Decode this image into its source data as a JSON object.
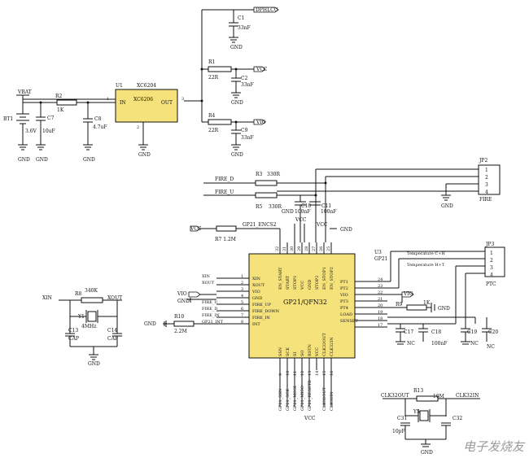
{
  "power": {
    "dphl": "DPHLCU",
    "vcc": "VCC",
    "vio": "VIO",
    "vbat": "VBAT",
    "gnd": "GND"
  },
  "regulator": {
    "ref": "U1",
    "part": "XC6206",
    "pn": "XC6204",
    "in": "IN",
    "out": "OUT",
    "pin1": "1",
    "pin2": "2",
    "pin3": "3"
  },
  "parts": {
    "C1": {
      "ref": "C1",
      "val": "33nF"
    },
    "C2": {
      "ref": "C2",
      "val": "33nF"
    },
    "C9": {
      "ref": "C9",
      "val": "33nF"
    },
    "R1": {
      "ref": "R1",
      "val": "22R"
    },
    "R4": {
      "ref": "R4",
      "val": "22R"
    },
    "R2": {
      "ref": "R2",
      "val": "1K"
    },
    "C7": {
      "ref": "C7",
      "val": "10uF"
    },
    "C8": {
      "ref": "C8",
      "val": "4.7uF"
    },
    "BT1": {
      "ref": "BT1",
      "val": "3.6V"
    },
    "R3": {
      "ref": "R3",
      "val": "330R"
    },
    "R5": {
      "ref": "R5",
      "val": "330R"
    },
    "C10": {
      "ref": "C10",
      "val": "100nF"
    },
    "C11": {
      "ref": "C11",
      "val": "100nF"
    },
    "R7": {
      "ref": "R7",
      "val": "R7 1.2M"
    },
    "R8": {
      "ref": "R8",
      "val": "340K"
    },
    "Y1": {
      "ref": "Y1",
      "val": "4MHz"
    },
    "C13": {
      "ref": "C13",
      "val": "CAP"
    },
    "C14": {
      "ref": "C14",
      "val": "CAP"
    },
    "R10": {
      "ref": "R10",
      "val": "2.2M"
    },
    "R9": {
      "ref": "R9",
      "val": "1K"
    },
    "C17": {
      "ref": "C17",
      "val": "NC"
    },
    "C18": {
      "ref": "C18",
      "val": "100nF"
    },
    "C19": {
      "ref": "C19",
      "val": "NC"
    },
    "C20": {
      "ref": "C20",
      "val": "NC"
    },
    "R13": {
      "ref": "R13",
      "val": "10M"
    },
    "Y5": {
      "ref": "Y5",
      "val": "Y5"
    },
    "C31": {
      "ref": "C31",
      "val": "10pF"
    },
    "C32": {
      "ref": "C32",
      "val": "C32"
    }
  },
  "nets": {
    "fire_d": "FIRE_D",
    "fire_u": "FIRE_U",
    "gp21_en": "GP21_ENCS2",
    "xin": "XIN",
    "xout": "XOUT",
    "temp_cold": "Temperature C+H",
    "temp_hot": "Temperature H+T",
    "clk32out": "CLK32OUT",
    "clk32in": "CLK32IN",
    "gp21_int": "GP21_INT"
  },
  "jp2": {
    "ref": "JP2",
    "name": "FIRE",
    "pins": [
      "1",
      "2",
      "3",
      "4"
    ]
  },
  "jp3": {
    "ref": "JP3",
    "name": "PTC",
    "pins": [
      "1",
      "2",
      "3",
      "4"
    ]
  },
  "chip": {
    "ref": "U3",
    "ref_net": "GP21",
    "name": "GP21/QFN32",
    "left_pins": [
      {
        "num": "1",
        "name": "XIN"
      },
      {
        "num": "2",
        "name": "XOUT"
      },
      {
        "num": "3",
        "name": "VIO"
      },
      {
        "num": "4",
        "name": "GND"
      },
      {
        "num": "5",
        "name": "FIRE_UP"
      },
      {
        "num": "6",
        "name": "FIRE_DOWN"
      },
      {
        "num": "7",
        "name": "FIRE_IN"
      },
      {
        "num": "8",
        "name": "INT"
      }
    ],
    "left_nets": [
      "XIN",
      "XOUT",
      "VIO",
      "GND",
      "FIRE_U",
      "FIRE_D",
      "FIRE_IN",
      "GP21_INT"
    ],
    "right_pins": [
      {
        "num": "24",
        "name": "PT1"
      },
      {
        "num": "23",
        "name": "PT2"
      },
      {
        "num": "22",
        "name": "VIO"
      },
      {
        "num": "21",
        "name": "PT3"
      },
      {
        "num": "20",
        "name": "PT4"
      },
      {
        "num": "19",
        "name": "LOAD"
      },
      {
        "num": "18",
        "name": "SENSET"
      },
      {
        "num": "17",
        "name": ""
      }
    ],
    "top_pins": [
      {
        "num": "32",
        "name": "EN_START"
      },
      {
        "num": "31",
        "name": "START"
      },
      {
        "num": "30",
        "name": "STOP1"
      },
      {
        "num": "29",
        "name": "VCC"
      },
      {
        "num": "28",
        "name": "GND"
      },
      {
        "num": "27",
        "name": "STOP2"
      },
      {
        "num": "26",
        "name": "EN_STOP1"
      },
      {
        "num": "25",
        "name": "EN_STOP2"
      }
    ],
    "bottom_pins": [
      {
        "num": "9",
        "name": "SSN"
      },
      {
        "num": "10",
        "name": "SCK"
      },
      {
        "num": "11",
        "name": "SI"
      },
      {
        "num": "12",
        "name": "SO"
      },
      {
        "num": "13",
        "name": "RSTN"
      },
      {
        "num": "14",
        "name": "VCC"
      },
      {
        "num": "15",
        "name": "CLK32OUT"
      },
      {
        "num": "16",
        "name": "CLK32IN"
      }
    ],
    "bottom_nets": [
      "GP21_SSN",
      "GP21_SCK",
      "GP21_MOSI",
      "GP21_MISO",
      "GP21_RESETB",
      "CLK32OUT",
      "CLK32IN"
    ]
  },
  "watermark": "电子发烧友"
}
